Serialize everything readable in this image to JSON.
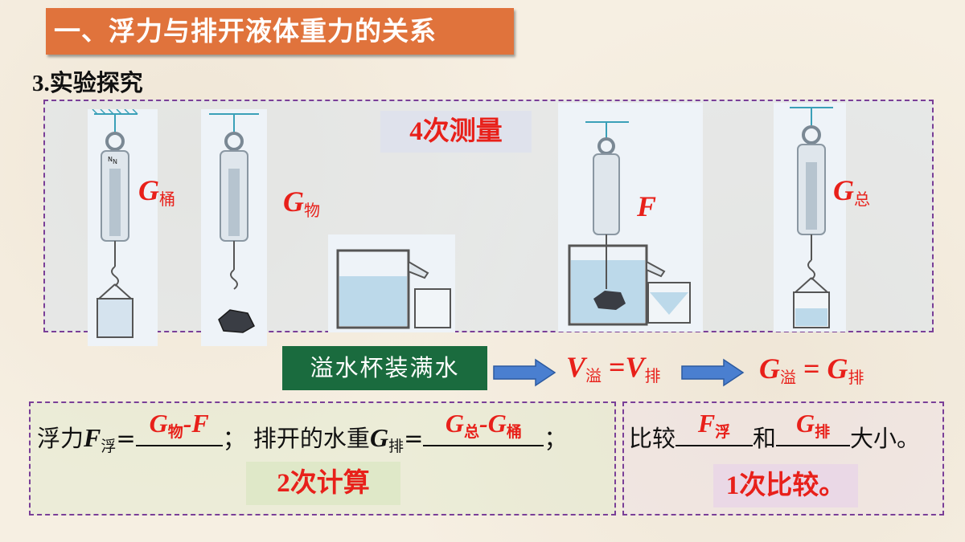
{
  "header": {
    "title": "一、浮力与排开液体重力的关系"
  },
  "section": {
    "number": "3.",
    "label": "实验探究"
  },
  "measure_tag": "4次测量",
  "labels": {
    "g_bucket_main": "G",
    "g_bucket_sub": "桶",
    "g_object_main": "G",
    "g_object_sub": "物",
    "f_main": "F",
    "g_total_main": "G",
    "g_total_sub": "总"
  },
  "scale_unit": "N",
  "flow": {
    "overflow_label": "溢水杯装满水",
    "v_main": "V",
    "v_overflow_sub": "溢",
    "equals": "=",
    "v_displaced_sub": "排",
    "g_main": "G",
    "g_overflow_sub": "溢",
    "g_displaced_sub": "排"
  },
  "calc": {
    "buoyancy_prefix": "浮力",
    "f_main": "F",
    "f_sub": "浮",
    "equals": "=",
    "ans1_g": "G",
    "ans1_sub": "物",
    "ans1_rest": "-F",
    "sep": "；",
    "displaced_prefix": "排开的水重",
    "g_main": "G",
    "g_sub": "排",
    "ans2_g1": "G",
    "ans2_sub1": "总",
    "ans2_mid": "-G",
    "ans2_sub2": "桶",
    "end": "；",
    "tag": "2次计算"
  },
  "compare": {
    "prefix": "比较",
    "ans_f": "F",
    "ans_f_sub": "浮",
    "and": "和",
    "ans_g": "G",
    "ans_g_sub": "排",
    "suffix": "大小。",
    "tag": "1次比较。"
  },
  "colors": {
    "title_bg": "#e0733c",
    "accent_red": "#e8201a",
    "green_box": "#1a6b3e",
    "arrow_blue": "#4a7fd0",
    "dash": "#7a3f98"
  }
}
